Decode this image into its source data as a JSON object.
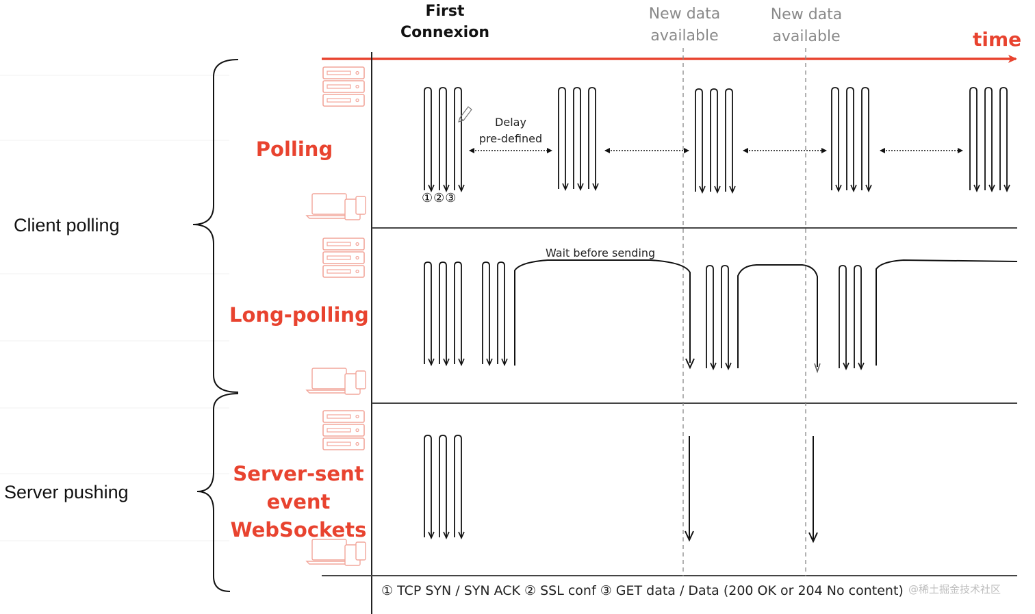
{
  "groups": {
    "client": "Client polling",
    "server": "Server pushing"
  },
  "header": {
    "first_connexion_line1": "First",
    "first_connexion_line2": "Connexion",
    "new_data_1_line1": "New data",
    "new_data_1_line2": "available",
    "new_data_2_line1": "New data",
    "new_data_2_line2": "available",
    "time": "time"
  },
  "rows": {
    "polling": "Polling",
    "long_polling": "Long-polling",
    "sse_line1": "Server-sent",
    "sse_line2": "event",
    "sse_line3": "WebSockets"
  },
  "annotations": {
    "delay_line1": "Delay",
    "delay_line2": "pre-defined",
    "wait": "Wait before sending",
    "steps": "①②③"
  },
  "legend": "① TCP SYN / SYN ACK ② SSL conf ③ GET data / Data (200 OK or 204 No content)",
  "watermark": "@稀土掘金技术社区",
  "icons": {
    "server": "server-icon",
    "client": "laptop-phone-icon"
  },
  "colors": {
    "accent": "#e8432f",
    "line": "#222222",
    "icon": "#f2a59a"
  }
}
